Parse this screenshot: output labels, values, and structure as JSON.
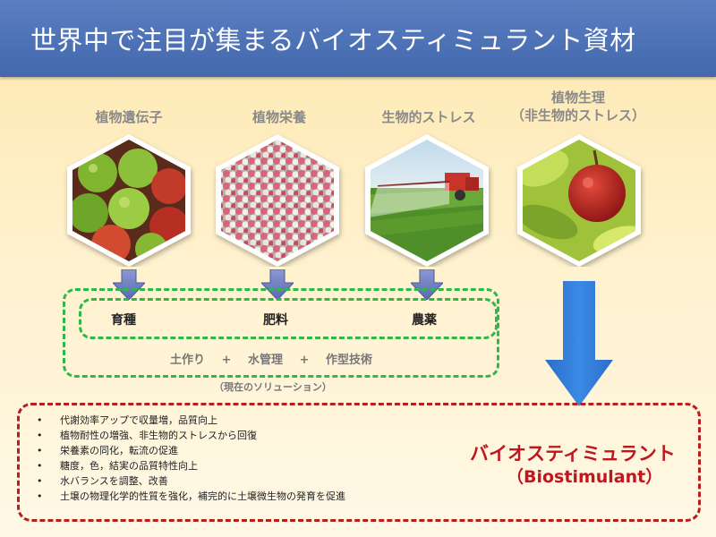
{
  "header": {
    "title": "世界中で注目が集まるバイオスティミュラント資材"
  },
  "categories": [
    {
      "label": "植物遺伝子",
      "image_icon": "green-apples-image"
    },
    {
      "label": "植物栄養",
      "image_icon": "fertilizer-granules-image"
    },
    {
      "label": "生物的ストレス",
      "image_icon": "crop-sprayer-image"
    },
    {
      "label_line1": "植物生理",
      "label_line2": "（非生物的ストレス）",
      "image_icon": "red-apple-tree-image"
    }
  ],
  "solutions": {
    "items": [
      "育種",
      "肥料",
      "農薬"
    ],
    "extras": [
      "土作り",
      "+",
      "水管理",
      "+",
      "作型技術"
    ],
    "caption": "（現在のソリューション）"
  },
  "biostimulant": {
    "title": "バイオスティミュラント",
    "subtitle": "（Biostimulant）",
    "benefits": [
      "代謝効率アップで収量増，品質向上",
      "植物耐性の増強、非生物的ストレスから回復",
      "栄養素の同化，転流の促進",
      "糖度，色，結実の品質特性向上",
      "水バランスを調整、改善",
      "土壌の物理化学的性質を強化，補完的に土壌微生物の発育を促進"
    ]
  },
  "colors": {
    "header": "#4a6fb3",
    "green_border": "#2eb84a",
    "red_border": "#b81e1e",
    "accent_text": "#c0161d",
    "arrow_small": "#6f7fc0",
    "arrow_big": "#2f78d6"
  }
}
